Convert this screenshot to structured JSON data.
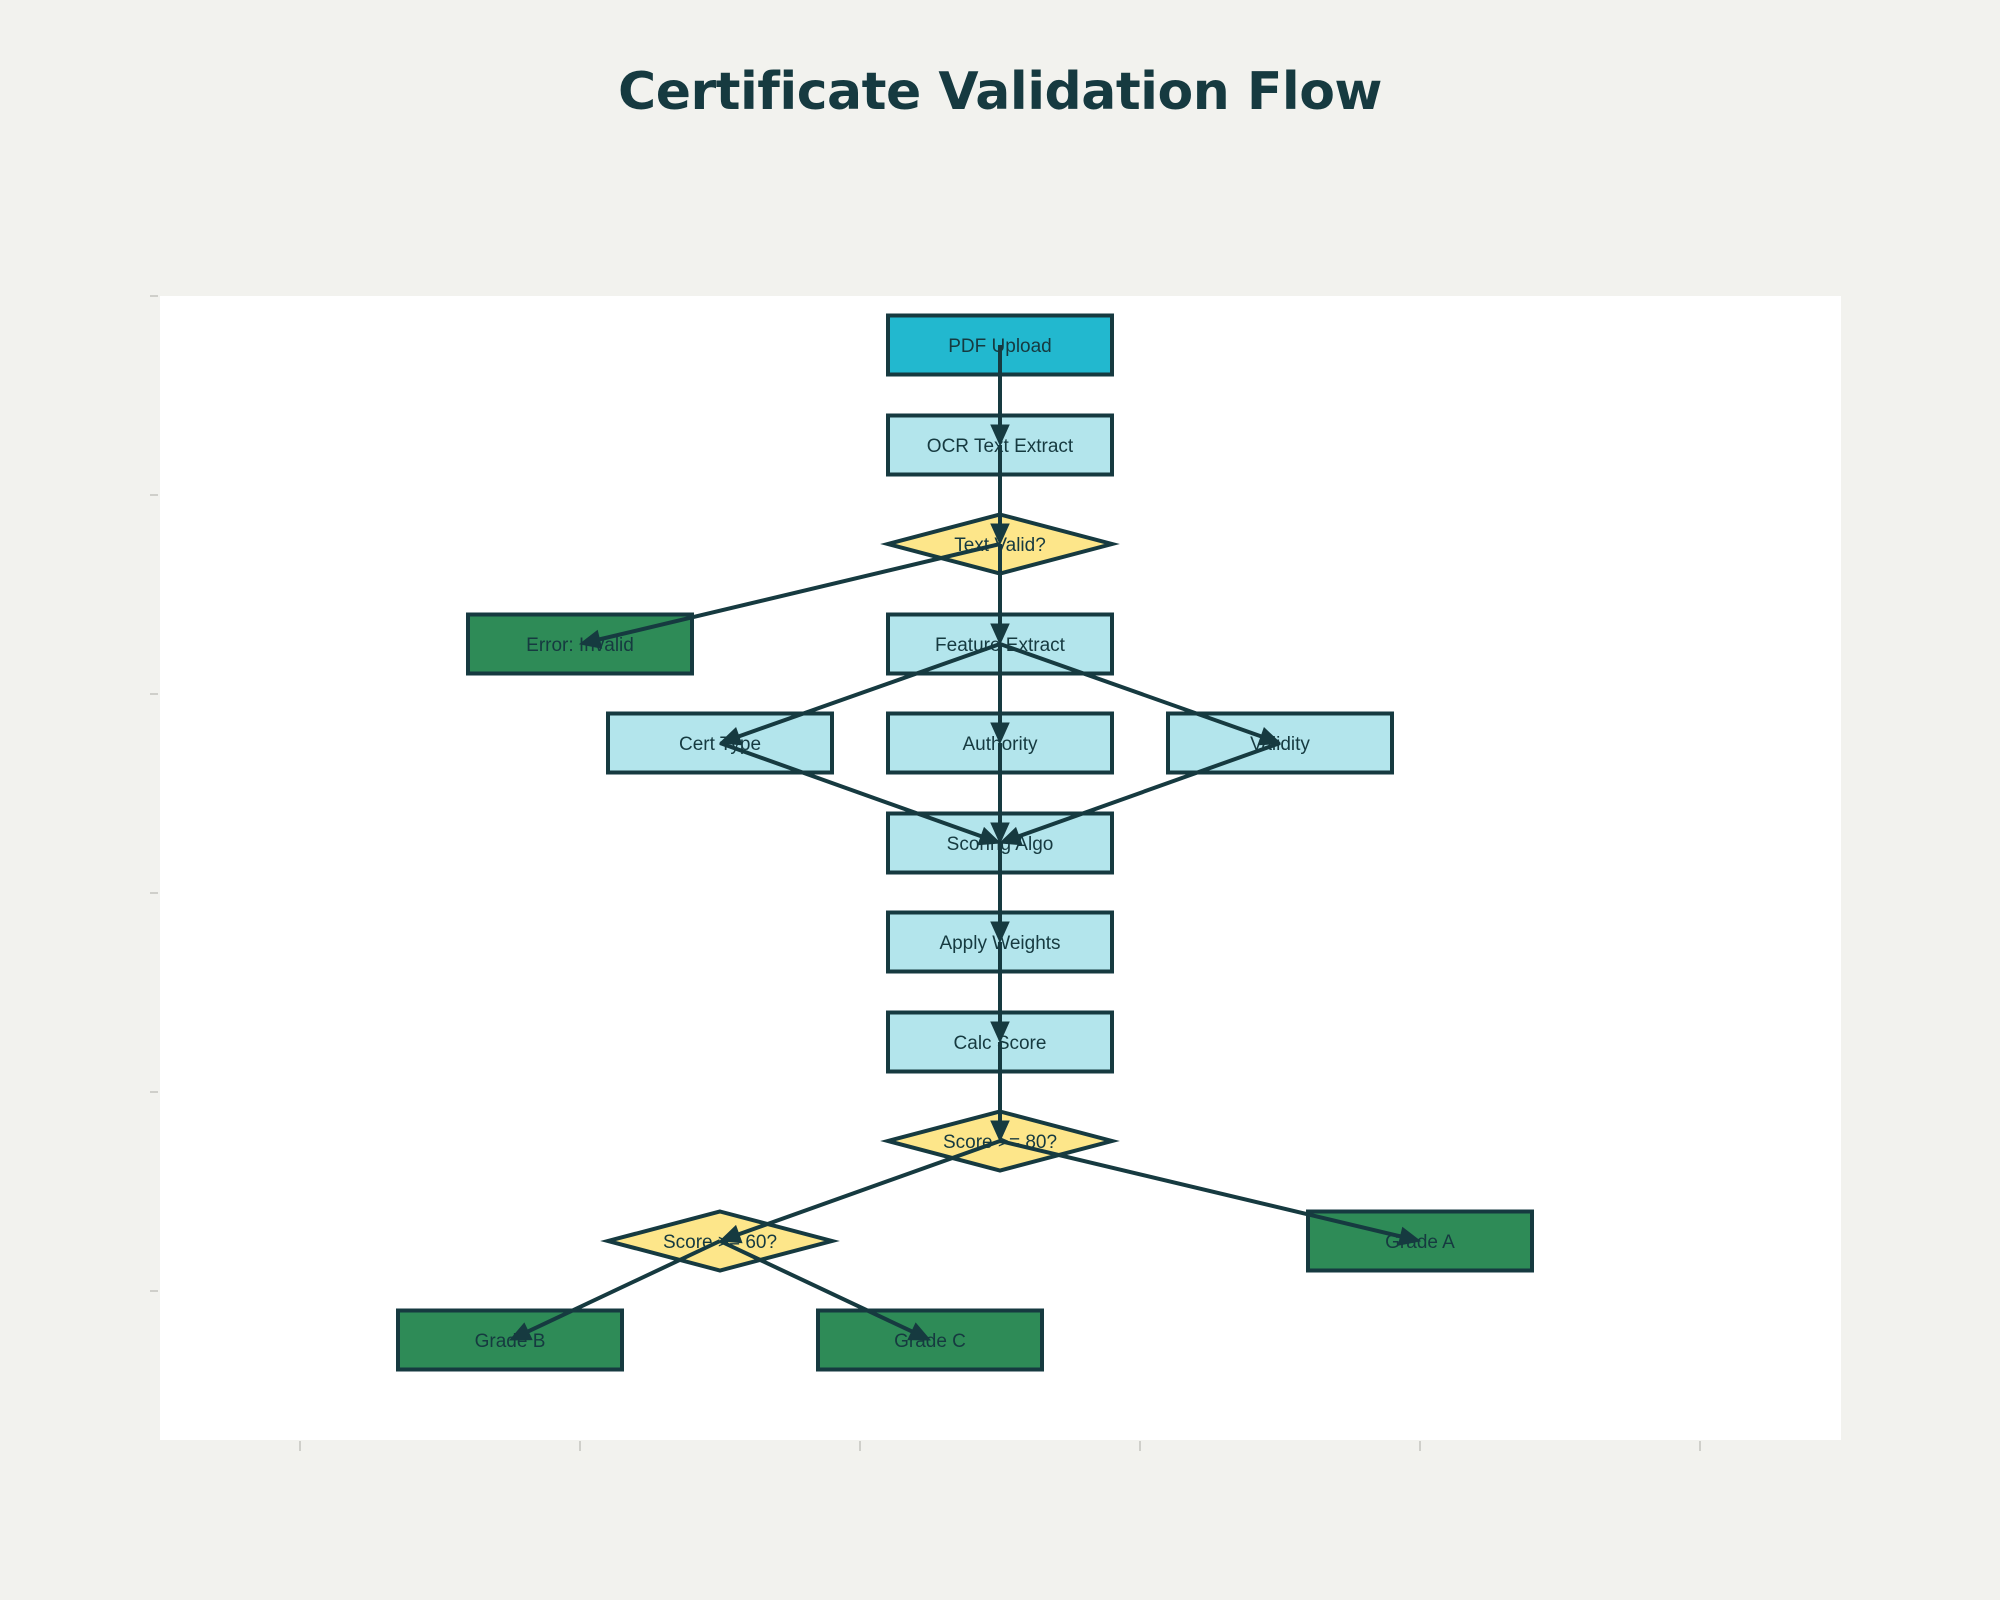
{
  "title": "Certificate Validation Flow",
  "colors": {
    "background": "#f2f2ee",
    "plot_area": "#ffffff",
    "start_node": "#22b8cf",
    "process_node": "#b3e5ec",
    "decision_node": "#fde68a",
    "terminal_node": "#2e8b57",
    "stroke": "#163a40",
    "text": "#163a40"
  },
  "nodes": [
    {
      "id": "pdf",
      "label": "PDF Upload",
      "kind": "start"
    },
    {
      "id": "ocr",
      "label": "OCR Text Extract",
      "kind": "process"
    },
    {
      "id": "textvalid",
      "label": "Text Valid?",
      "kind": "decision"
    },
    {
      "id": "error",
      "label": "Error: Invalid",
      "kind": "terminal"
    },
    {
      "id": "feature",
      "label": "Feature Extract",
      "kind": "process"
    },
    {
      "id": "certtype",
      "label": "Cert Type",
      "kind": "process"
    },
    {
      "id": "authority",
      "label": "Authority",
      "kind": "process"
    },
    {
      "id": "validity",
      "label": "Validity",
      "kind": "process"
    },
    {
      "id": "scoring",
      "label": "Scoring Algo",
      "kind": "process"
    },
    {
      "id": "weights",
      "label": "Apply Weights",
      "kind": "process"
    },
    {
      "id": "calc",
      "label": "Calc Score",
      "kind": "process"
    },
    {
      "id": "score80",
      "label": "Score >= 80?",
      "kind": "decision"
    },
    {
      "id": "score60",
      "label": "Score >= 60?",
      "kind": "decision"
    },
    {
      "id": "gradeA",
      "label": "Grade A",
      "kind": "terminal"
    },
    {
      "id": "gradeB",
      "label": "Grade B",
      "kind": "terminal"
    },
    {
      "id": "gradeC",
      "label": "Grade C",
      "kind": "terminal"
    }
  ],
  "edges": [
    {
      "from": "pdf",
      "to": "ocr"
    },
    {
      "from": "ocr",
      "to": "textvalid"
    },
    {
      "from": "textvalid",
      "to": "error"
    },
    {
      "from": "textvalid",
      "to": "feature"
    },
    {
      "from": "feature",
      "to": "certtype"
    },
    {
      "from": "feature",
      "to": "authority"
    },
    {
      "from": "feature",
      "to": "validity"
    },
    {
      "from": "certtype",
      "to": "scoring"
    },
    {
      "from": "authority",
      "to": "scoring"
    },
    {
      "from": "validity",
      "to": "scoring"
    },
    {
      "from": "scoring",
      "to": "weights"
    },
    {
      "from": "weights",
      "to": "calc"
    },
    {
      "from": "calc",
      "to": "score80"
    },
    {
      "from": "score80",
      "to": "gradeA"
    },
    {
      "from": "score80",
      "to": "score60"
    },
    {
      "from": "score60",
      "to": "gradeB"
    },
    {
      "from": "score60",
      "to": "gradeC"
    }
  ]
}
